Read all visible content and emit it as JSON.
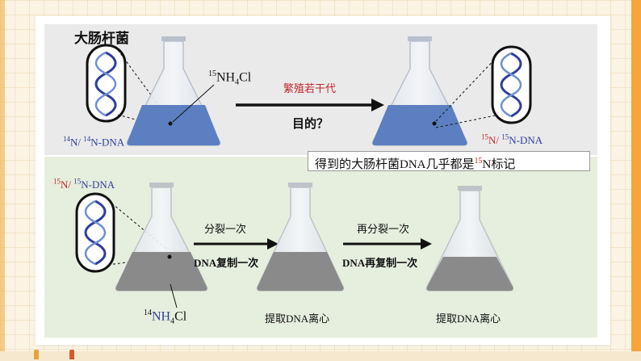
{
  "top": {
    "ecoli_title": "大肠杆菌",
    "reagent_15": {
      "sup": "15",
      "base": "NH",
      "sub": "4",
      "tail": "Cl"
    },
    "left_dna": {
      "n1": "14",
      "a": "N/ ",
      "n2": "14",
      "b": "N-DNA"
    },
    "arrow_label": "繁殖若干代",
    "question": "目的？",
    "right_dna": {
      "n1": "15",
      "a": "N/ ",
      "n2": "15",
      "b": "N-DNA"
    },
    "note": {
      "before": "得到的大肠杆菌DNA几乎都是",
      "sup": "15",
      "after": "N标记"
    }
  },
  "bottom": {
    "left_dna": {
      "n1": "15",
      "a": "N/ ",
      "n2": "15",
      "b": "N-DNA"
    },
    "reagent_14": {
      "sup": "14",
      "base": "NH",
      "sub": "4",
      "tail": "Cl"
    },
    "arrow1_top": "分裂一次",
    "arrow1_bottom": "DNA复制一次",
    "arrow2_top": "再分裂一次",
    "arrow2_bottom": "DNA再复制一次",
    "flask2_caption": "提取DNA离心",
    "flask3_caption": "提取DNA离心"
  },
  "colors": {
    "accent_orange": "#f7a43a",
    "dna_blue": "#2f3f9c",
    "red_label": "#c1272d",
    "medium_blue": "#5b7fc0",
    "medium_gray": "#8a8a8a"
  }
}
